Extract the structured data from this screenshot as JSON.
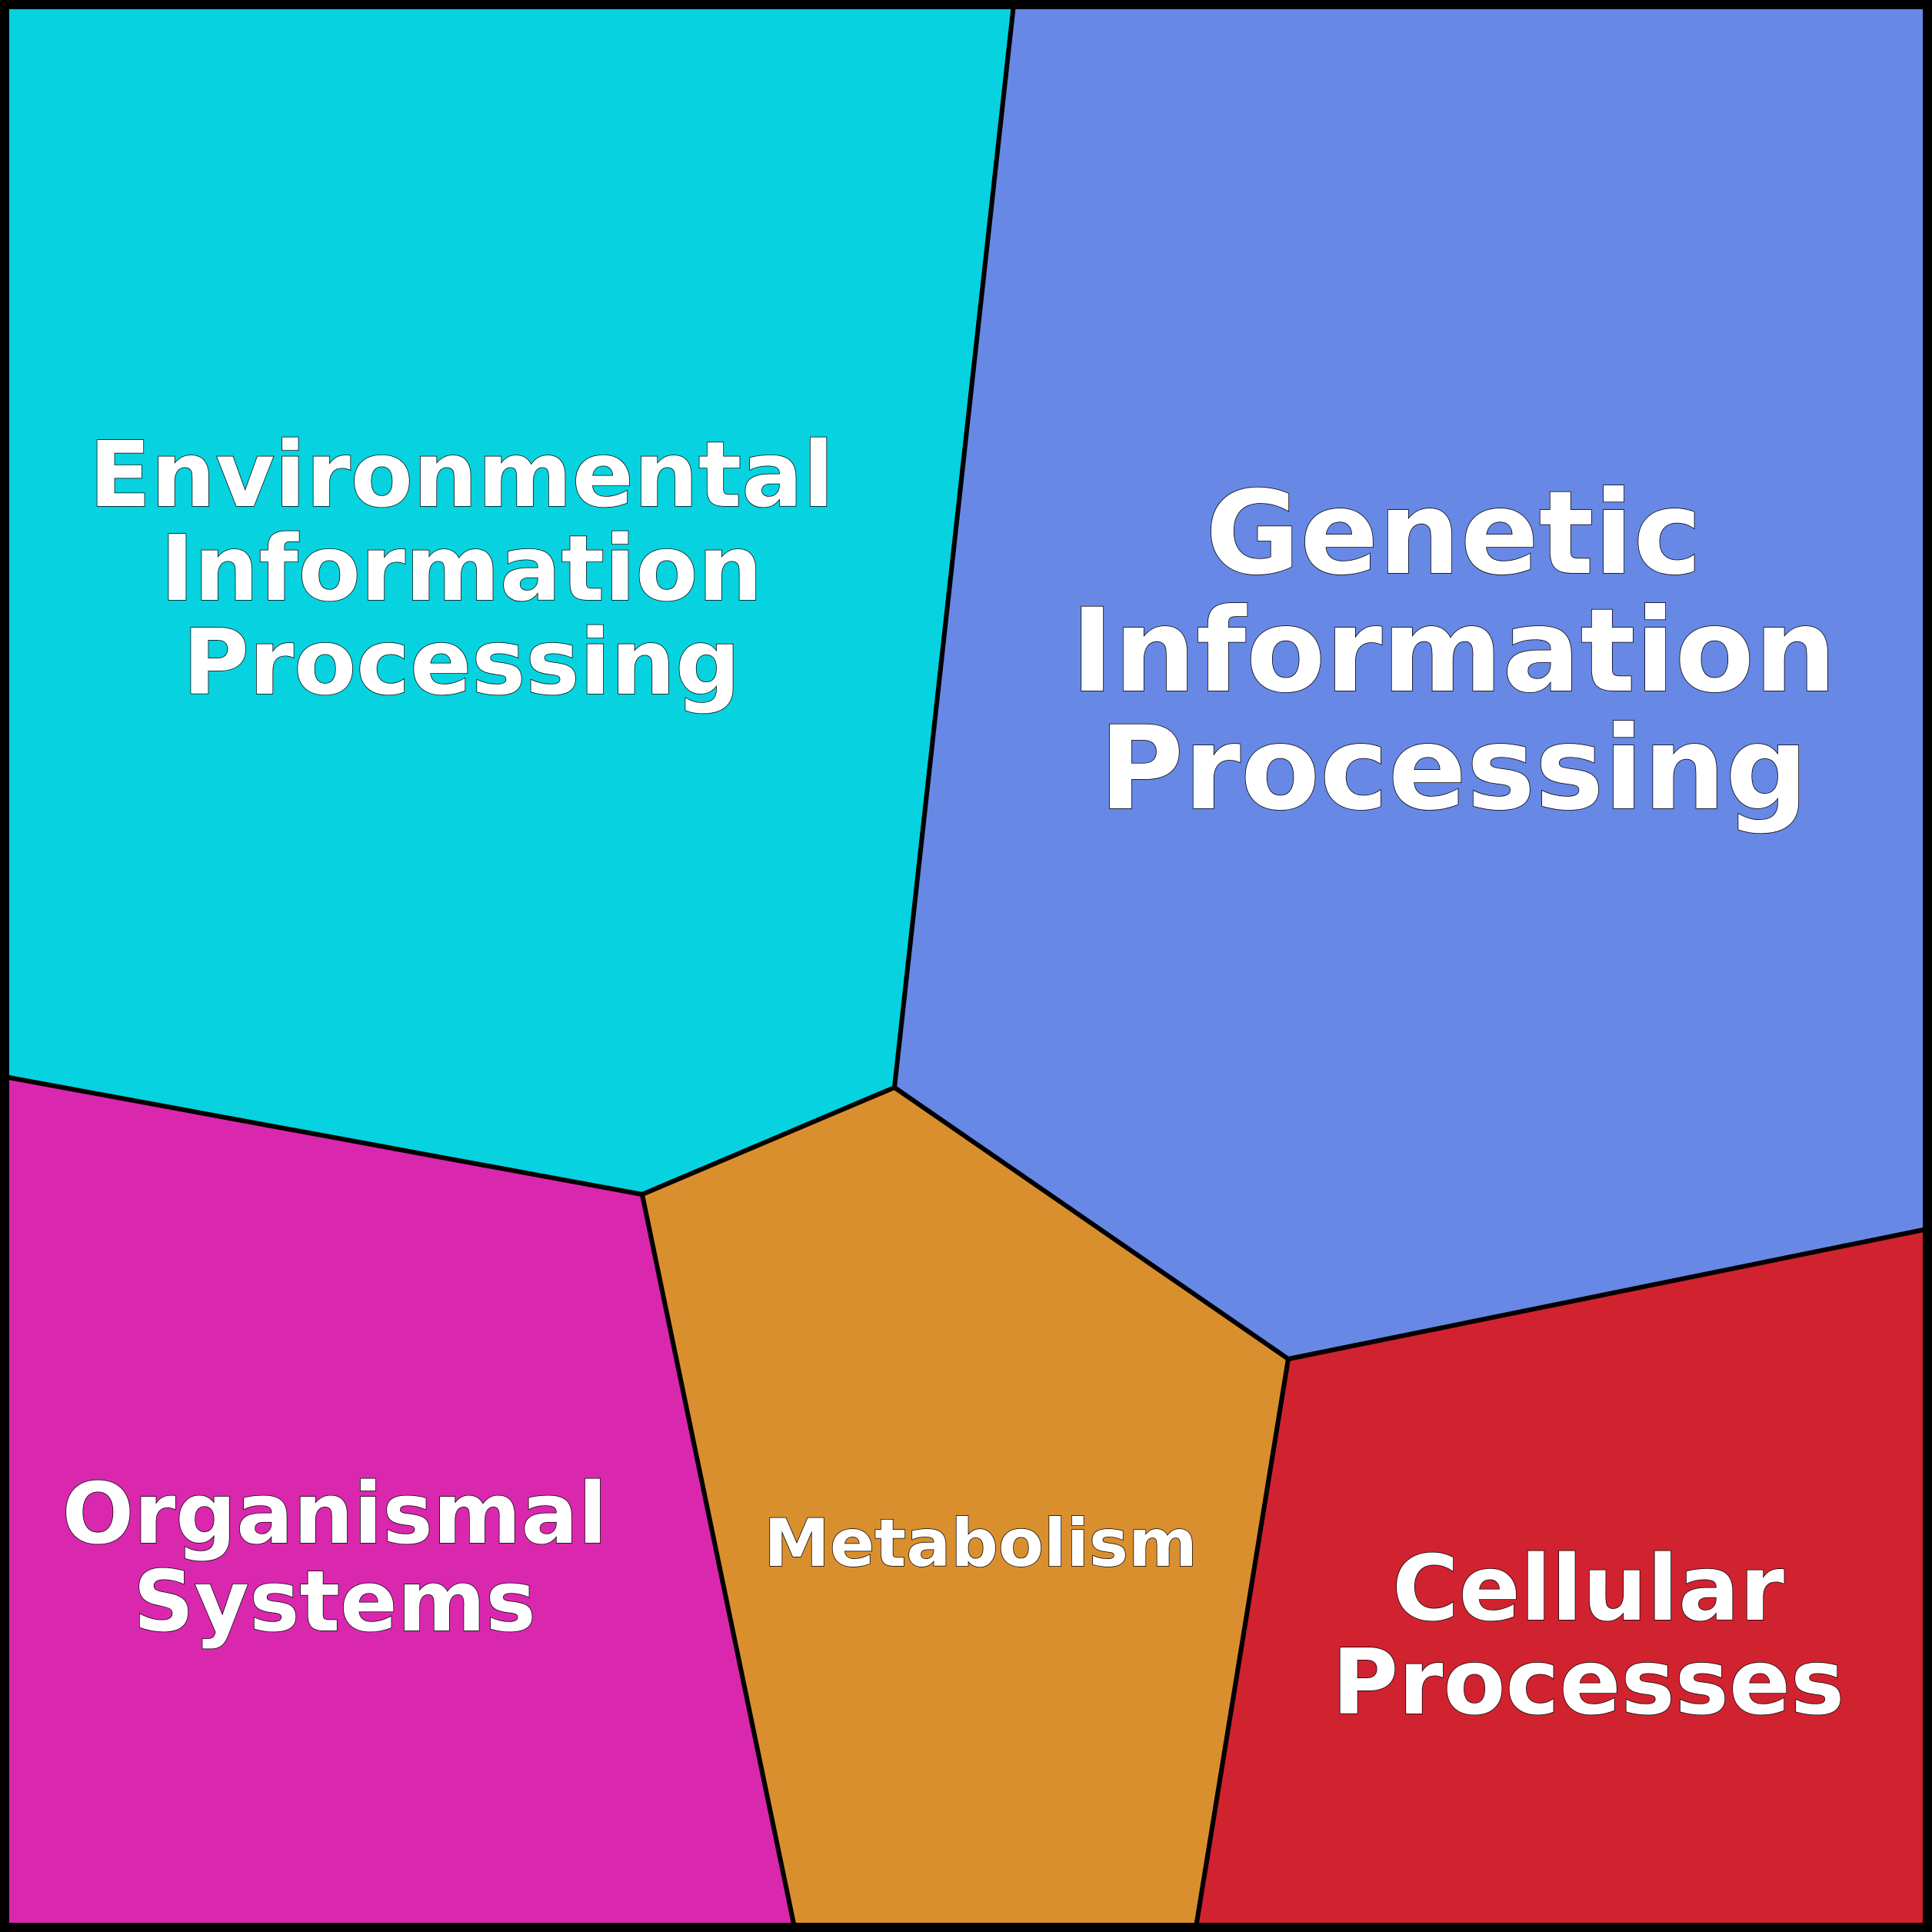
{
  "diagram": {
    "cells": [
      {
        "id": "environmental",
        "label_lines": [
          "Environmental",
          "Information",
          "Processing"
        ],
        "color": "#06d3df"
      },
      {
        "id": "genetic",
        "label_lines": [
          "Genetic",
          "Information",
          "Processing"
        ],
        "color": "#6888e5"
      },
      {
        "id": "organismal",
        "label_lines": [
          "Organismal",
          "Systems"
        ],
        "color": "#d928ae"
      },
      {
        "id": "metabolism",
        "label_lines": [
          "Metabolism"
        ],
        "color": "#da8f2f"
      },
      {
        "id": "cellular",
        "label_lines": [
          "Cellular",
          "Processes"
        ],
        "color": "#d12230"
      }
    ],
    "border_color": "#000000",
    "text_color": "#ffffff"
  }
}
